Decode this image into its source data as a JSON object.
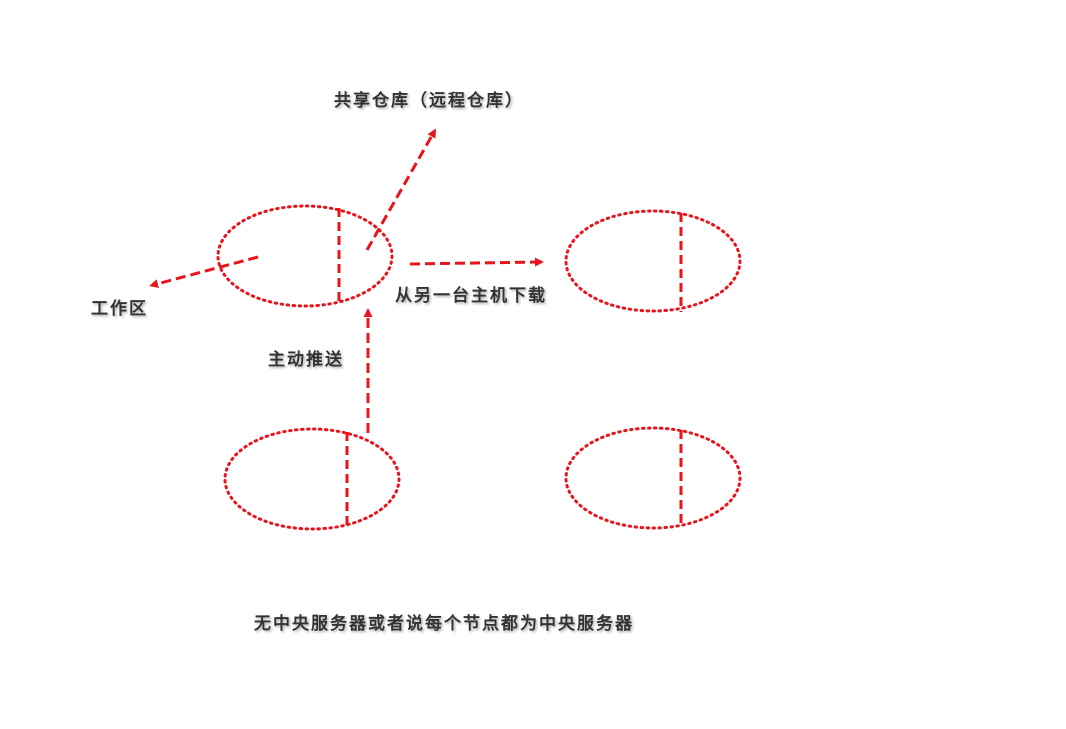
{
  "diagram": {
    "colors": {
      "stroke": "#e8141b",
      "text": "#333333"
    },
    "labels": {
      "shared_repo": "共享仓库（远程仓库）",
      "workspace": "工作区",
      "download": "从另一台主机下载",
      "push": "主动推送",
      "caption": "无中央服务器或者说每个节点都为中央服务器"
    },
    "nodes": [
      {
        "id": "node-top-left"
      },
      {
        "id": "node-top-right"
      },
      {
        "id": "node-bottom-left"
      },
      {
        "id": "node-bottom-right"
      }
    ]
  }
}
